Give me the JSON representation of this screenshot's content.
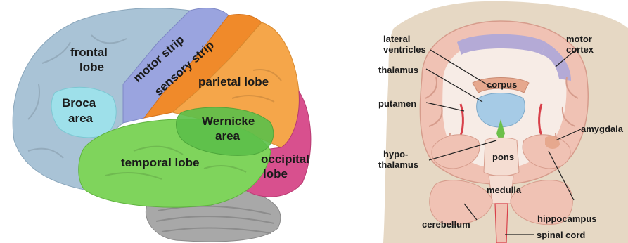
{
  "left_figure": {
    "labels": {
      "frontal_1": "frontal",
      "frontal_2": "lobe",
      "broca_1": "Broca",
      "broca_2": "area",
      "motor_strip": "motor strip",
      "sensory_strip": "sensory strip",
      "parietal": "parietal lobe",
      "wernicke_1": "Wernicke",
      "wernicke_2": "area",
      "temporal": "temporal lobe",
      "occipital_1": "occipital",
      "occipital_2": "lobe"
    },
    "colors": {
      "frontal": "#a9c3d6",
      "broca": "#9ee0ea",
      "motor": "#9aa4df",
      "sensory": "#f08a2a",
      "parietal": "#f5a64a",
      "temporal": "#7fd45c",
      "wernicke": "#5cc04a",
      "occipital": "#d8508e",
      "cerebellum": "#a8a8a8"
    }
  },
  "right_figure": {
    "labels": {
      "lateral_1": "lateral",
      "lateral_2": "ventricles",
      "thalamus": "thalamus",
      "corpus": "corpus",
      "putamen": "putamen",
      "hypo_1": "hypo-",
      "hypo_2": "thalamus",
      "pons": "pons",
      "medulla": "medulla",
      "cerebellum": "cerebellum",
      "motor_1": "motor",
      "motor_2": "cortex",
      "amygdala": "amygdala",
      "hippocampus": "hippocampus",
      "spinal_cord": "spinal cord"
    },
    "colors": {
      "background": "#e6d8c4",
      "gray_matter": "#f0c2b4",
      "white_matter": "#f7ece6",
      "cortex_band": "#b4aad6",
      "thalamus": "#a6cbe6",
      "hypothalamus": "#6cc04a",
      "accent_red": "#d8404a"
    }
  }
}
